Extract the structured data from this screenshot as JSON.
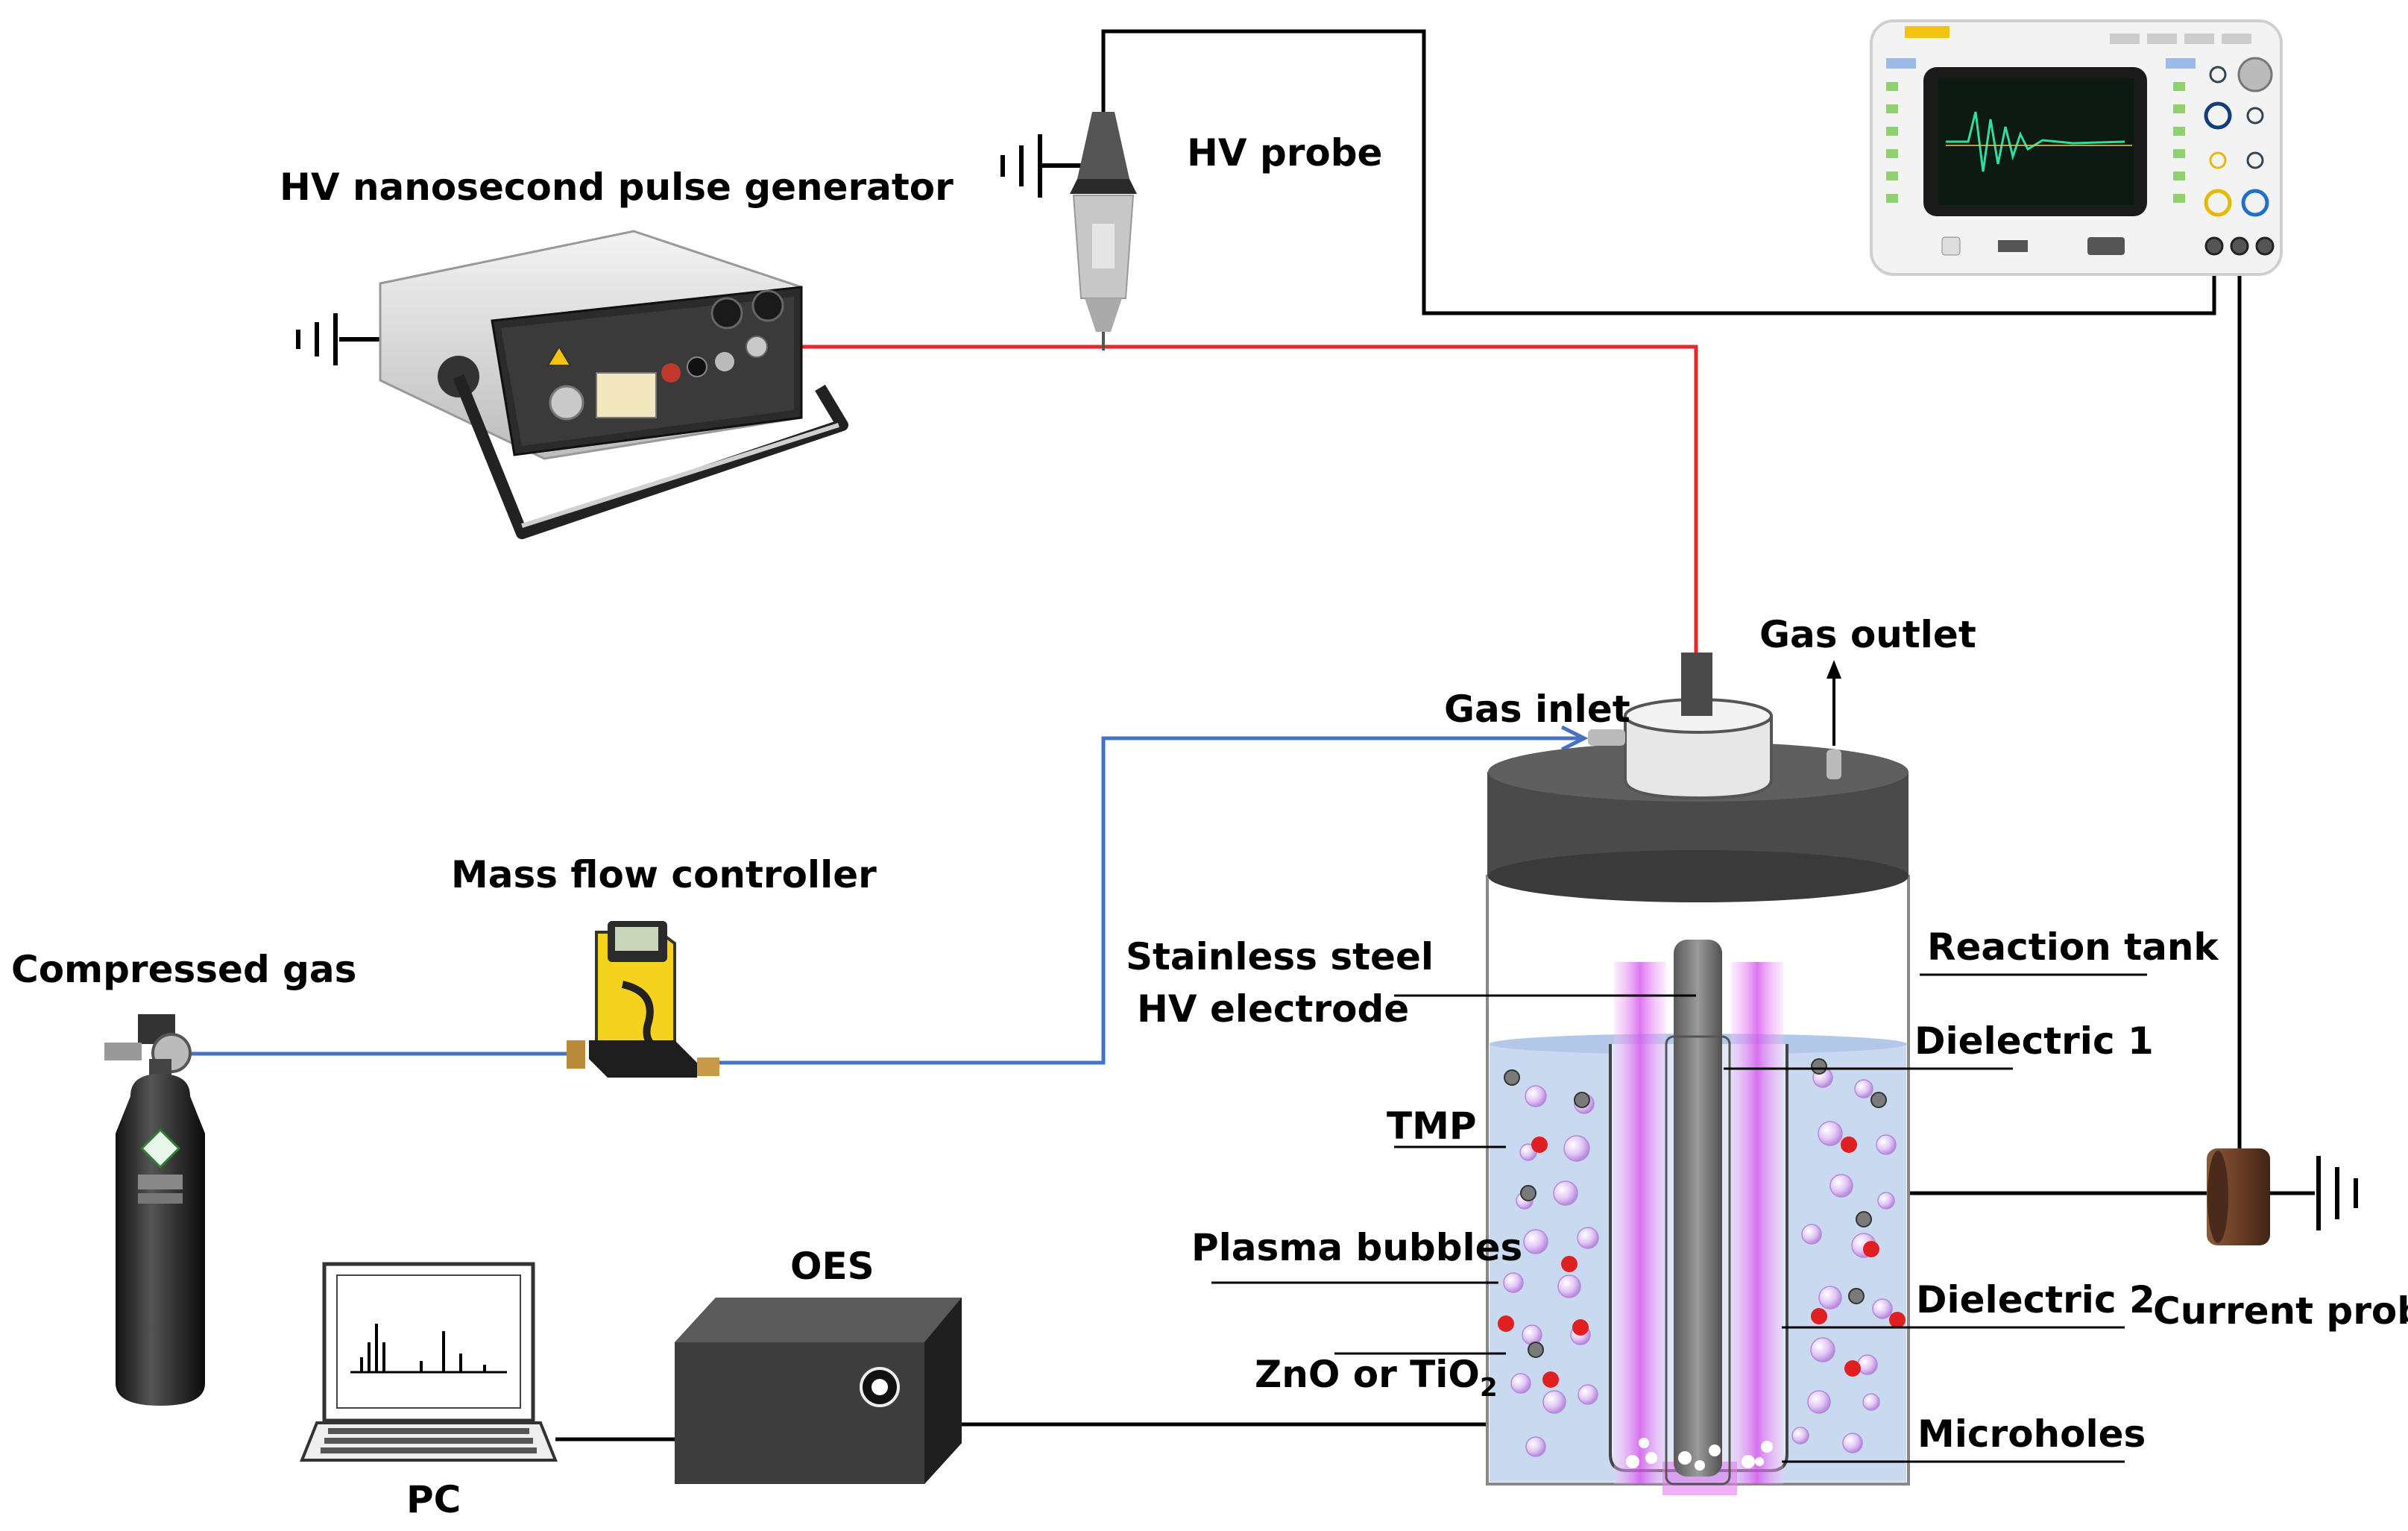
{
  "labels": {
    "pulse_generator": "HV nanosecond pulse generator",
    "hv_probe": "HV probe",
    "gas_outlet": "Gas outlet",
    "gas_inlet": "Gas inlet",
    "mass_flow_controller": "Mass flow controller",
    "compressed_gas": "Compressed gas",
    "stainless_line1": "Stainless steel",
    "stainless_line2": "HV electrode",
    "reaction_tank": "Reaction tank",
    "dielectric1": "Dielectric 1",
    "tmp": "TMP",
    "plasma_bubbles": "Plasma bubbles",
    "dielectric2": "Dielectric 2",
    "current_probe": "Current probe",
    "oes": "OES",
    "zno_main": "ZnO or TiO",
    "zno_sub": "2",
    "microholes": "Microholes",
    "pc": "PC"
  },
  "colors": {
    "hv_line": "#e8262b",
    "gas_line": "#4472c4",
    "signal_line": "#000000",
    "cap": "#4a4a4a",
    "water": "#c9d9f0",
    "plasma": "#e27cf0",
    "tmp_dot": "#e02020",
    "catalyst_dot": "#7a7a7a",
    "bubble": "#d7b4f0",
    "oes_box": "#3d3d3d",
    "current_probe": "#5a3a2a"
  },
  "icons": [
    "ground-symbol-icon",
    "gas-cylinder-icon",
    "laptop-icon",
    "oscilloscope-icon"
  ]
}
